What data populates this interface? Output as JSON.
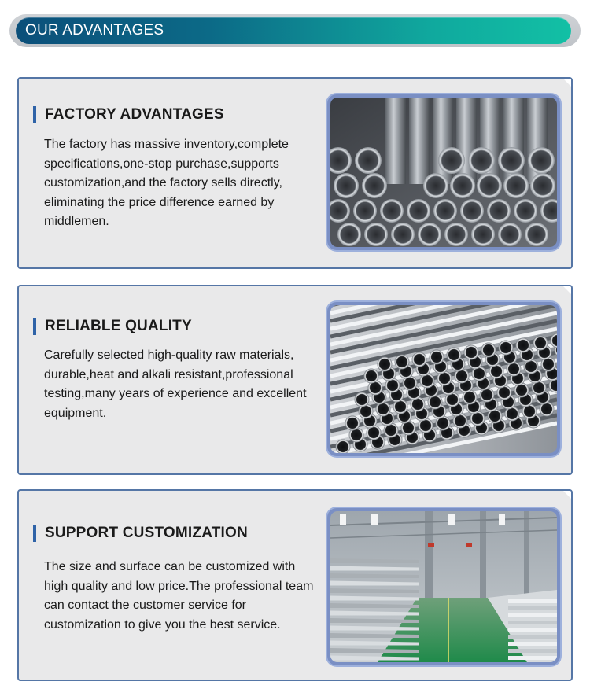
{
  "banner": {
    "title": "OUR ADVANTAGES"
  },
  "sections": [
    {
      "title": "FACTORY ADVANTAGES",
      "text": "The factory has massive inventory,complete specifications,one-stop purchase,supports customization,and the factory sells directly, eliminating the price difference earned by middlemen.",
      "image": "stacked-steel-pipes-photo"
    },
    {
      "title": "RELIABLE QUALITY",
      "text": "Carefully selected high-quality raw materials, durable,heat and alkali resistant,professional testing,many years of experience and excellent equipment.",
      "image": "polished-steel-tubes-photo"
    },
    {
      "title": "SUPPORT CUSTOMIZATION",
      "text": "The size and surface can be customized with high quality and low price.The professional team can contact the customer service for customization to give you the best service.",
      "image": "steel-plate-warehouse-photo"
    }
  ],
  "colors": {
    "banner_start": "#0b4f7a",
    "banner_end": "#12c0a5",
    "card_border": "#5576a6",
    "card_background": "#e9e9ea",
    "title_accent": "#2f63a8"
  }
}
